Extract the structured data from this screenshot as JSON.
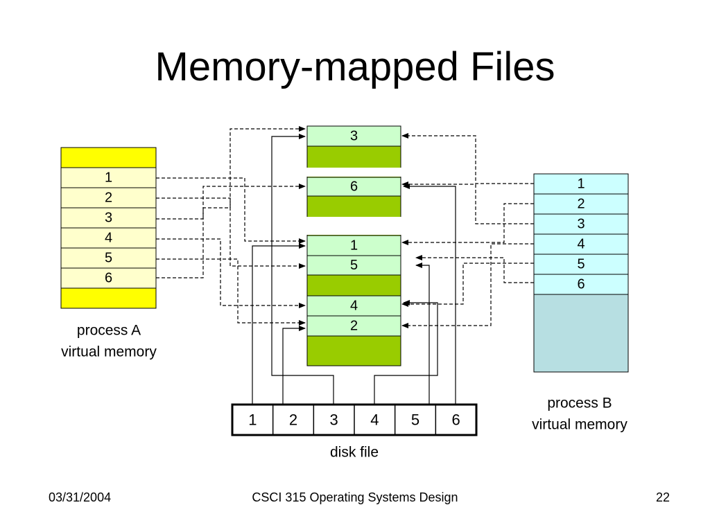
{
  "title": "Memory-mapped Files",
  "process_a": {
    "pages": [
      "1",
      "2",
      "3",
      "4",
      "5",
      "6"
    ],
    "label_lines": [
      "process A",
      "virtual memory"
    ],
    "fill_color": "#ffffcc",
    "band_color": "#ffff00"
  },
  "process_b": {
    "pages": [
      "1",
      "2",
      "3",
      "4",
      "5",
      "6"
    ],
    "label_lines": [
      "process B",
      "virtual memory"
    ],
    "fill_color": "#ccffff",
    "unused_color": "#b7dfe2"
  },
  "physical_memory": {
    "frames": [
      "3",
      "",
      "6",
      "",
      "1",
      "5",
      "",
      "4",
      "2",
      ""
    ],
    "used_color": "#ccffcc",
    "free_color": "#99cc00"
  },
  "disk_file": {
    "blocks": [
      "1",
      "2",
      "3",
      "4",
      "5",
      "6"
    ],
    "label": "disk file"
  },
  "footer": {
    "date": "03/31/2004",
    "course": "CSCI 315 Operating Systems Design",
    "page": "22"
  }
}
